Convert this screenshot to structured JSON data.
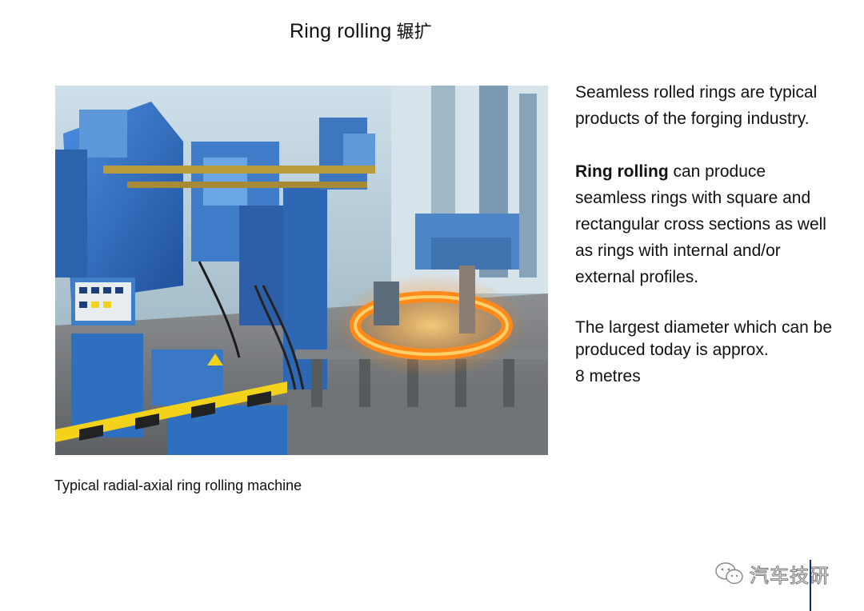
{
  "slide": {
    "title": "Ring rolling",
    "title_cjk": "辗扩",
    "caption": "Typical radial-axial ring rolling machine"
  },
  "text": {
    "p1": "Seamless rolled rings are typical products of the forging industry.",
    "p2_bold": "Ring rolling",
    "p2_rest": " can produce seamless rings with square and rectangular cross sections as well as rings with internal and/or external profiles.",
    "p3": "The largest diameter which can be produced today is approx.",
    "p4": "8 metres"
  },
  "watermark": {
    "text": "汽车技研",
    "icon": "wechat-icon"
  },
  "colors": {
    "machine_blue": "#2f6fc0",
    "hot_ring": "#ff8a1a",
    "hazard_yellow": "#f2d21b",
    "slide_edge": "#0f2a7a"
  }
}
